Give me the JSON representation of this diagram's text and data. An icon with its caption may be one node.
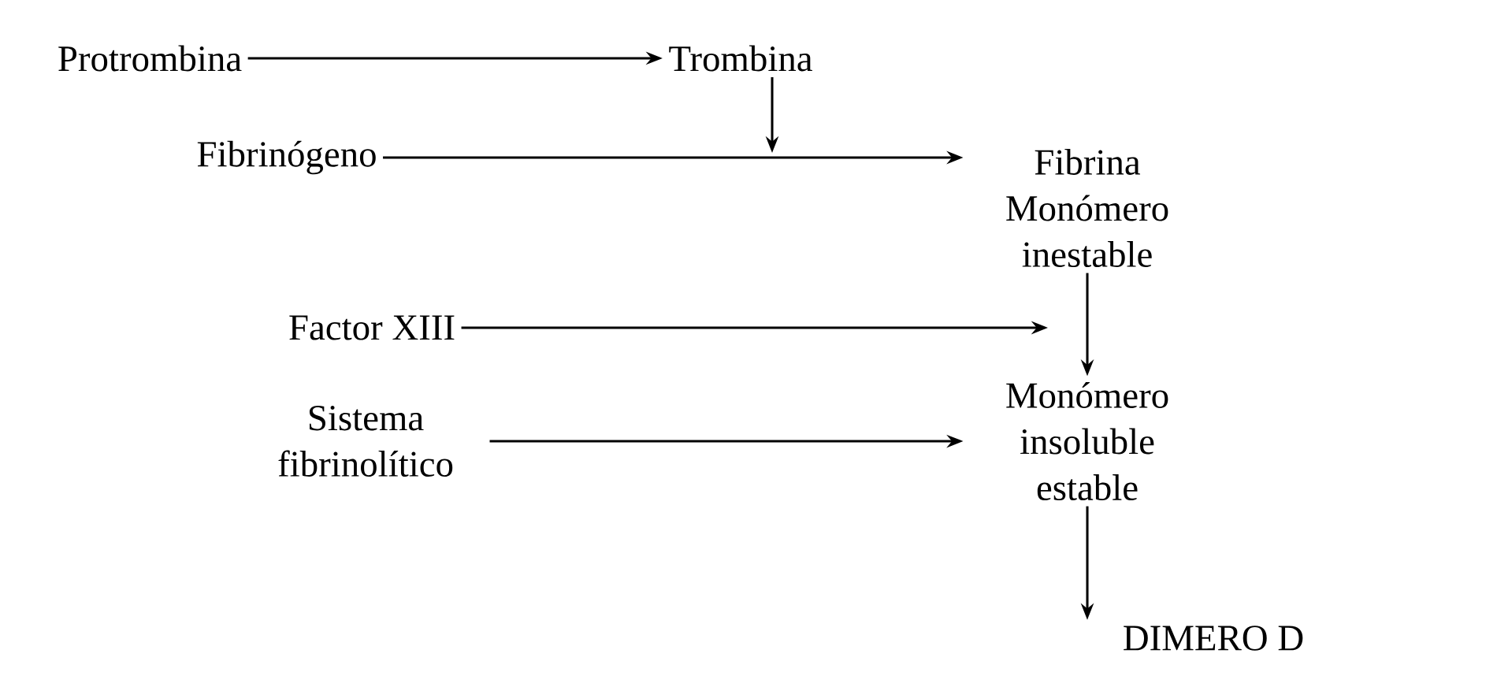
{
  "diagram": {
    "nodes": [
      {
        "text": [
          "Protrombina"
        ]
      },
      {
        "text": [
          "Trombina"
        ]
      },
      {
        "text": [
          "Fibrinógeno"
        ]
      },
      {
        "text": [
          "Fibrina Monómero inestable"
        ]
      },
      {
        "text": [
          "Factor XIII"
        ]
      },
      {
        "text": [
          "Sistema fibrinolítico"
        ]
      },
      {
        "text": [
          "Monómero insoluble estable"
        ]
      },
      {
        "text": [
          "DIMERO D"
        ]
      }
    ],
    "edges": [
      {
        "from": 0,
        "to": 1,
        "arrow": "to"
      },
      {
        "from": 1,
        "to": null,
        "arrow": "to"
      },
      {
        "from": 2,
        "to": 3,
        "arrow": "to"
      },
      {
        "from": 4,
        "to": null,
        "arrow": "to"
      },
      {
        "from": 3,
        "to": 6,
        "arrow": "to"
      },
      {
        "from": 5,
        "to": 6,
        "arrow": "to"
      },
      {
        "from": 6,
        "to": 7,
        "arrow": "to"
      }
    ]
  }
}
